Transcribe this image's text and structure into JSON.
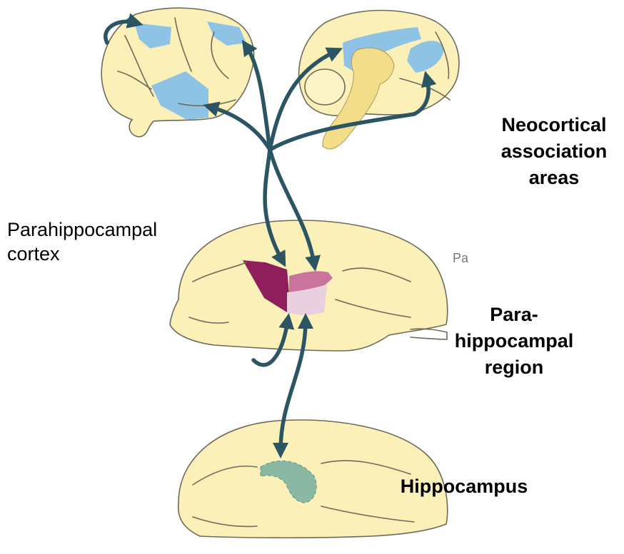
{
  "labels": {
    "neocortical": "Neocortical association areas",
    "parahippocampal_cortex": "Parahippocampal cortex",
    "fragment": "Pa",
    "parahippocampal_region": "Para- hippocampal region",
    "hippocampus": "Hippocampus"
  },
  "colors": {
    "brain_fill": "#fbf0b8",
    "association_areas": "#8fc3e6",
    "cortex_dark": "#8e1f5c",
    "cortex_mid": "#c9739d",
    "cortex_light": "#ead0de",
    "hippocampus": "#8ab8a4",
    "arrows": "#2b5562"
  }
}
